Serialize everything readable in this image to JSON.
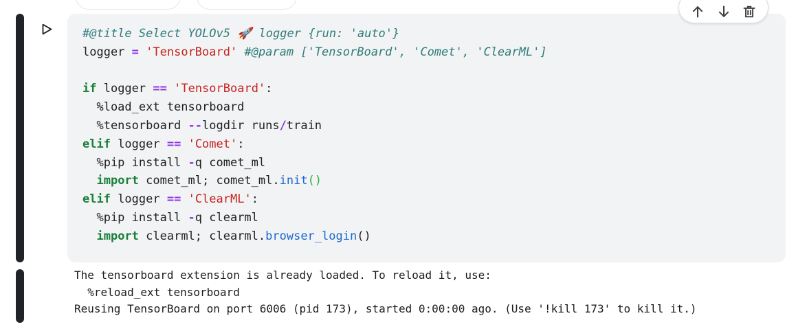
{
  "colors": {
    "cell_background": "#f2f3f4",
    "indicator_bar": "#202327",
    "toolbar_icon": "#3c4043",
    "comment": "#2f7c7b",
    "keyword": "#188038",
    "string": "#c5221f",
    "operator": "#9334e6",
    "function": "#1967d2",
    "bracket_match": "#28b43c",
    "plain": "#202124"
  },
  "toolbar": {
    "icons": [
      {
        "name": "move-cell-up-icon"
      },
      {
        "name": "move-cell-down-icon"
      },
      {
        "name": "delete-cell-icon"
      }
    ]
  },
  "run_button": {
    "icon": "play-outline-icon"
  },
  "code": {
    "palette": {
      "pl": {
        "color": "#202124"
      },
      "cm": {
        "color": "#2f7c7b",
        "italic": true
      },
      "kw": {
        "color": "#188038",
        "bold": true
      },
      "str": {
        "color": "#c5221f"
      },
      "op": {
        "color": "#9334e6",
        "bold": true
      },
      "fn": {
        "color": "#1967d2"
      },
      "br": {
        "color": "#28b43c"
      }
    },
    "lines": [
      [
        {
          "t": "#@title Select YOLOv5 🚀 logger {run: 'auto'}",
          "c": "cm"
        }
      ],
      [
        {
          "t": "logger ",
          "c": "pl"
        },
        {
          "t": "=",
          "c": "op"
        },
        {
          "t": " ",
          "c": "pl"
        },
        {
          "t": "'TensorBoard'",
          "c": "str"
        },
        {
          "t": " ",
          "c": "pl"
        },
        {
          "t": "#@param ['TensorBoard', 'Comet', 'ClearML']",
          "c": "cm"
        }
      ],
      [],
      [
        {
          "t": "if",
          "c": "kw"
        },
        {
          "t": " logger ",
          "c": "pl"
        },
        {
          "t": "==",
          "c": "op"
        },
        {
          "t": " ",
          "c": "pl"
        },
        {
          "t": "'TensorBoard'",
          "c": "str"
        },
        {
          "t": ":",
          "c": "pl"
        }
      ],
      [
        {
          "t": "  %load_ext tensorboard",
          "c": "pl"
        }
      ],
      [
        {
          "t": "  %tensorboard ",
          "c": "pl"
        },
        {
          "t": "--",
          "c": "op"
        },
        {
          "t": "logdir runs",
          "c": "pl"
        },
        {
          "t": "/",
          "c": "op"
        },
        {
          "t": "train",
          "c": "pl"
        }
      ],
      [
        {
          "t": "elif",
          "c": "kw"
        },
        {
          "t": " logger ",
          "c": "pl"
        },
        {
          "t": "==",
          "c": "op"
        },
        {
          "t": " ",
          "c": "pl"
        },
        {
          "t": "'Comet'",
          "c": "str"
        },
        {
          "t": ":",
          "c": "pl"
        }
      ],
      [
        {
          "t": "  %pip install ",
          "c": "pl"
        },
        {
          "t": "-",
          "c": "op"
        },
        {
          "t": "q comet_ml",
          "c": "pl"
        }
      ],
      [
        {
          "t": "  ",
          "c": "pl"
        },
        {
          "t": "import",
          "c": "kw"
        },
        {
          "t": " comet_ml; comet_ml.",
          "c": "pl"
        },
        {
          "t": "init",
          "c": "fn"
        },
        {
          "t": "()",
          "c": "br"
        }
      ],
      [
        {
          "t": "elif",
          "c": "kw"
        },
        {
          "t": " logger ",
          "c": "pl"
        },
        {
          "t": "==",
          "c": "op"
        },
        {
          "t": " ",
          "c": "pl"
        },
        {
          "t": "'ClearML'",
          "c": "str"
        },
        {
          "t": ":",
          "c": "pl"
        }
      ],
      [
        {
          "t": "  %pip install ",
          "c": "pl"
        },
        {
          "t": "-",
          "c": "op"
        },
        {
          "t": "q clearml",
          "c": "pl"
        }
      ],
      [
        {
          "t": "  ",
          "c": "pl"
        },
        {
          "t": "import",
          "c": "kw"
        },
        {
          "t": " clearml; clearml.",
          "c": "pl"
        },
        {
          "t": "browser_login",
          "c": "fn"
        },
        {
          "t": "()",
          "c": "pl"
        }
      ]
    ]
  },
  "output": {
    "lines": [
      "The tensorboard extension is already loaded. To reload it, use:",
      "  %reload_ext tensorboard",
      "Reusing TensorBoard on port 6006 (pid 173), started 0:00:00 ago. (Use '!kill 173' to kill it.)"
    ]
  }
}
